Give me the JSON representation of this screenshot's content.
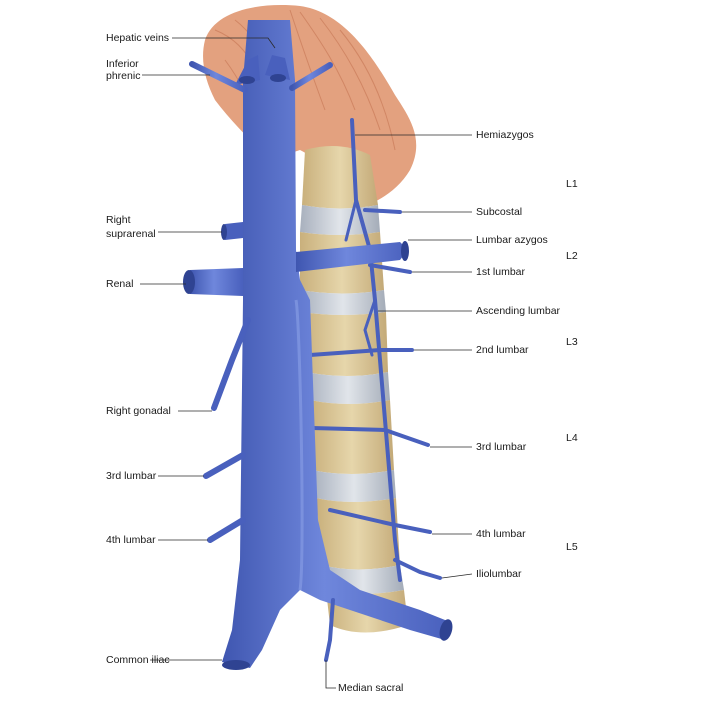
{
  "labels_left": {
    "hepatic_veins": "Hepatic veins",
    "inferior_phrenic_1": "Inferior",
    "inferior_phrenic_2": "phrenic",
    "right_suprarenal_1": "Right",
    "right_suprarenal_2": "suprarenal",
    "renal": "Renal",
    "right_gonadal": "Right gonadal",
    "third_lumbar": "3rd lumbar",
    "fourth_lumbar": "4th lumbar",
    "common_iliac": "Common iliac"
  },
  "labels_right": {
    "hemiazygos": "Hemiazygos",
    "subcostal": "Subcostal",
    "lumbar_azygos": "Lumbar azygos",
    "first_lumbar": "1st lumbar",
    "ascending_lumbar": "Ascending lumbar",
    "second_lumbar": "2nd lumbar",
    "third_lumbar": "3rd lumbar",
    "fourth_lumbar": "4th lumbar",
    "iliolumbar": "Iliolumbar"
  },
  "labels_bottom": {
    "median_sacral": "Median sacral"
  },
  "vertebral_levels": [
    "L1",
    "L2",
    "L3",
    "L4",
    "L5"
  ],
  "colors": {
    "vein": "#5b74cf",
    "vein_dark": "#3f56b0",
    "vein_light": "#8aa0e6",
    "muscle": "#e3a17f",
    "vertebra": "#d8c49a",
    "disc": "#c9ced6"
  }
}
